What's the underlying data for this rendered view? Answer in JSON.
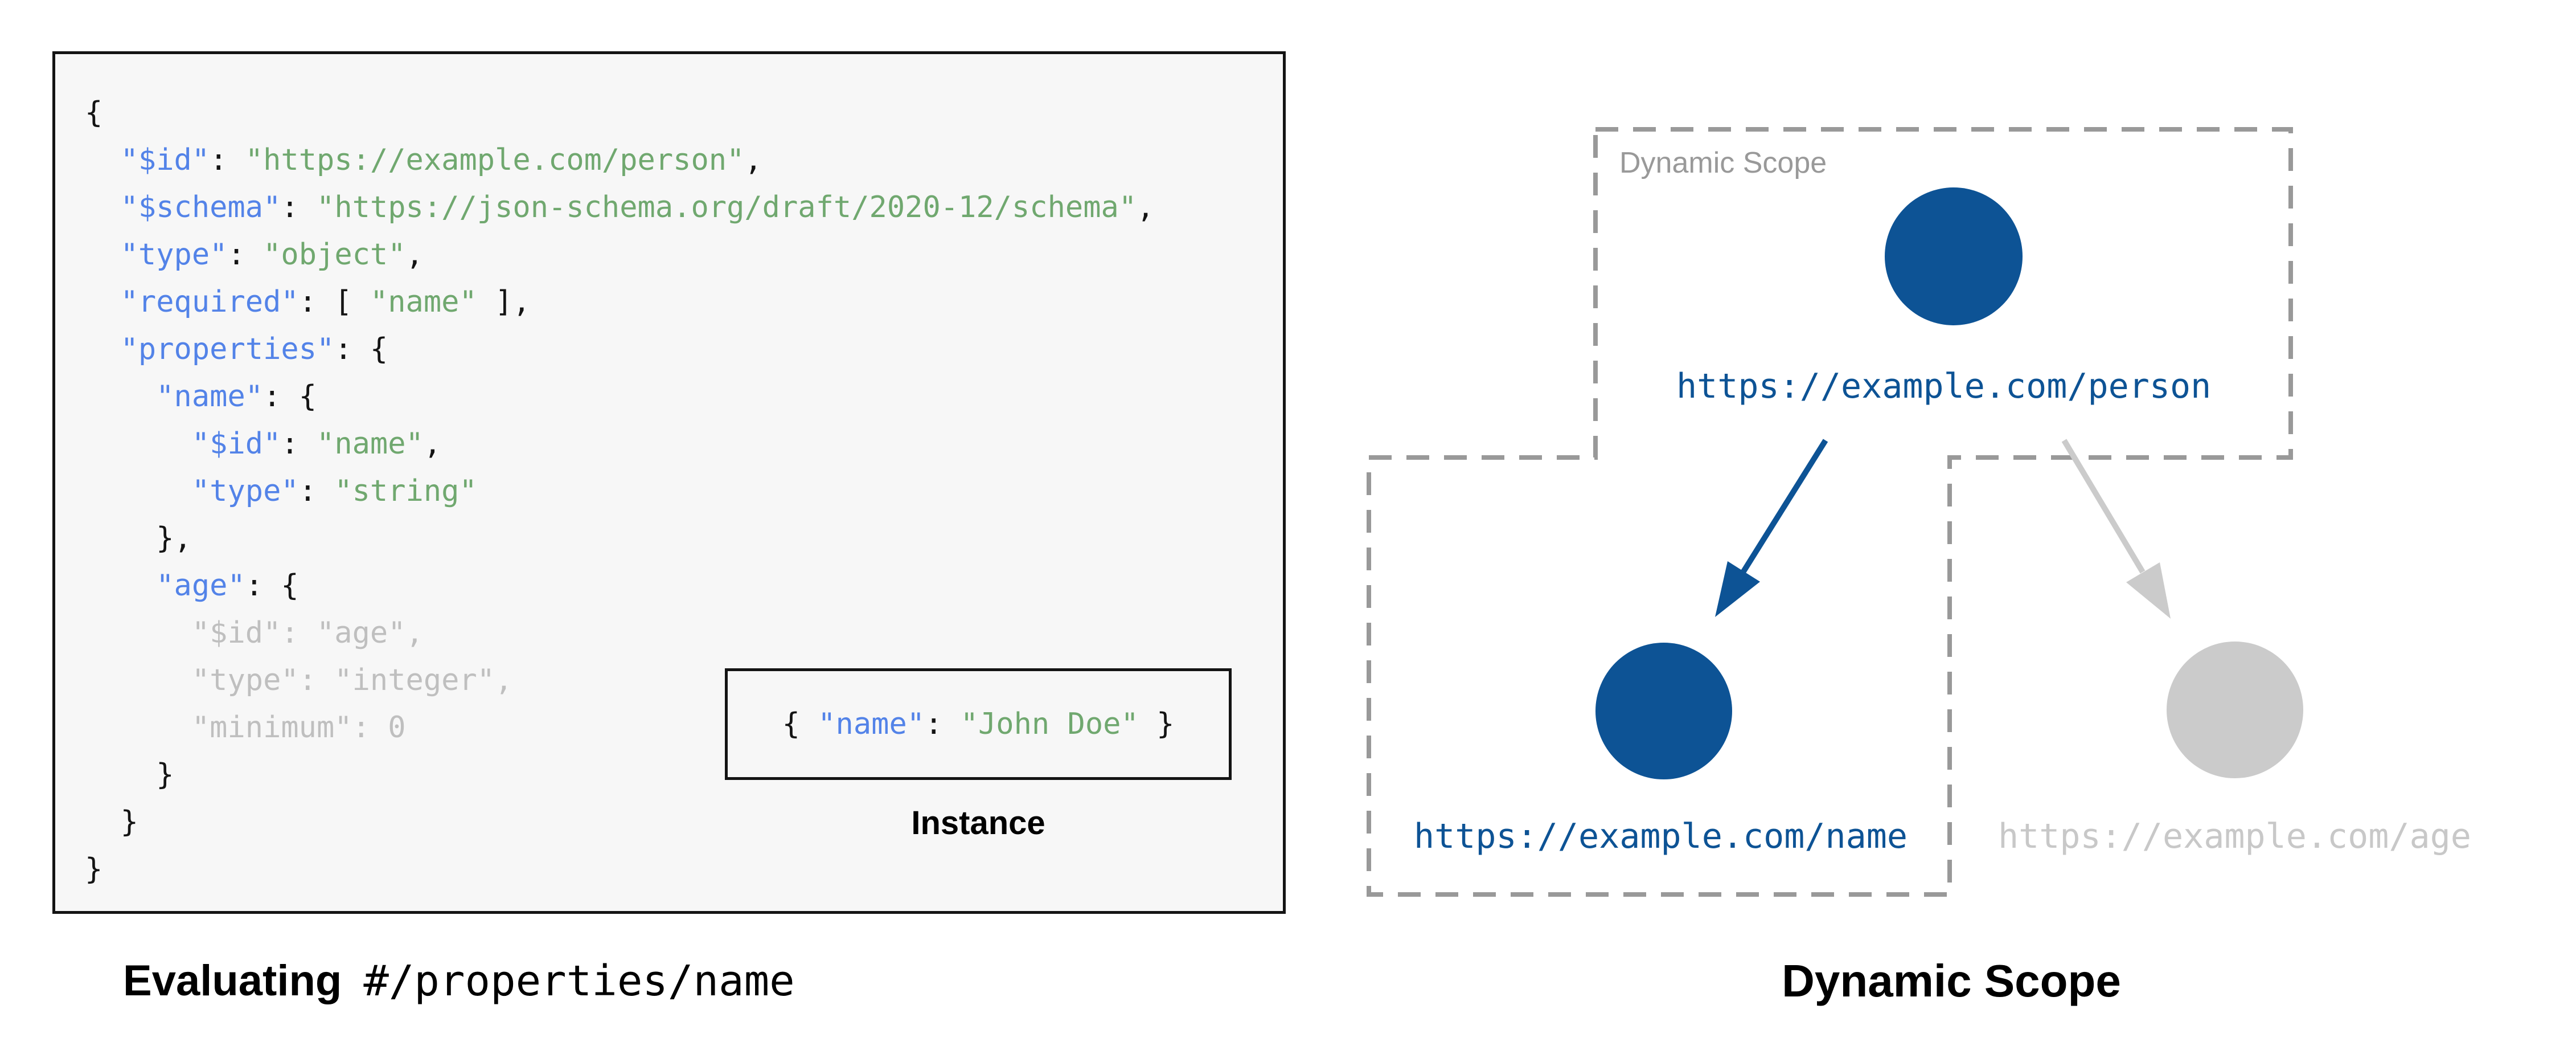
{
  "left_panel": {
    "code": {
      "lines": [
        {
          "tokens": [
            {
              "c": "p",
              "t": "{"
            }
          ]
        },
        {
          "tokens": [
            {
              "c": "p",
              "t": "  "
            },
            {
              "c": "k",
              "t": "\"$id\""
            },
            {
              "c": "p",
              "t": ": "
            },
            {
              "c": "s",
              "t": "\"https://example.com/person\""
            },
            {
              "c": "p",
              "t": ","
            }
          ]
        },
        {
          "tokens": [
            {
              "c": "p",
              "t": "  "
            },
            {
              "c": "k",
              "t": "\"$schema\""
            },
            {
              "c": "p",
              "t": ": "
            },
            {
              "c": "s",
              "t": "\"https://json-schema.org/draft/2020-12/schema\""
            },
            {
              "c": "p",
              "t": ","
            }
          ]
        },
        {
          "tokens": [
            {
              "c": "p",
              "t": "  "
            },
            {
              "c": "k",
              "t": "\"type\""
            },
            {
              "c": "p",
              "t": ": "
            },
            {
              "c": "s",
              "t": "\"object\""
            },
            {
              "c": "p",
              "t": ","
            }
          ]
        },
        {
          "tokens": [
            {
              "c": "p",
              "t": "  "
            },
            {
              "c": "k",
              "t": "\"required\""
            },
            {
              "c": "p",
              "t": ": [ "
            },
            {
              "c": "s",
              "t": "\"name\""
            },
            {
              "c": "p",
              "t": " ],"
            }
          ]
        },
        {
          "tokens": [
            {
              "c": "p",
              "t": "  "
            },
            {
              "c": "k",
              "t": "\"properties\""
            },
            {
              "c": "p",
              "t": ": {"
            }
          ]
        },
        {
          "tokens": [
            {
              "c": "p",
              "t": "    "
            },
            {
              "c": "k",
              "t": "\"name\""
            },
            {
              "c": "p",
              "t": ": {"
            }
          ]
        },
        {
          "tokens": [
            {
              "c": "p",
              "t": "      "
            },
            {
              "c": "k",
              "t": "\"$id\""
            },
            {
              "c": "p",
              "t": ": "
            },
            {
              "c": "s",
              "t": "\"name\""
            },
            {
              "c": "p",
              "t": ","
            }
          ]
        },
        {
          "tokens": [
            {
              "c": "p",
              "t": "      "
            },
            {
              "c": "k",
              "t": "\"type\""
            },
            {
              "c": "p",
              "t": ": "
            },
            {
              "c": "s",
              "t": "\"string\""
            }
          ]
        },
        {
          "tokens": [
            {
              "c": "p",
              "t": "    },"
            }
          ]
        },
        {
          "tokens": [
            {
              "c": "p",
              "t": "    "
            },
            {
              "c": "k",
              "t": "\"age\""
            },
            {
              "c": "p",
              "t": ": {"
            }
          ]
        },
        {
          "tokens": [
            {
              "c": "g",
              "t": "      \"$id\": \"age\","
            }
          ]
        },
        {
          "tokens": [
            {
              "c": "g",
              "t": "      \"type\": \"integer\","
            }
          ]
        },
        {
          "tokens": [
            {
              "c": "g",
              "t": "      \"minimum\": 0"
            }
          ]
        },
        {
          "tokens": [
            {
              "c": "p",
              "t": "    }"
            }
          ]
        },
        {
          "tokens": [
            {
              "c": "p",
              "t": "  }"
            }
          ]
        },
        {
          "tokens": [
            {
              "c": "p",
              "t": "}"
            }
          ]
        }
      ]
    },
    "instance": {
      "tokens": {
        "open": "{ ",
        "key": "\"name\"",
        "colon": ": ",
        "value": "\"John Doe\"",
        "close": " }"
      },
      "label": "Instance"
    },
    "caption": {
      "bold": "Evaluating",
      "pointer": "#/properties/name"
    }
  },
  "right_panel": {
    "scope_region_label": "Dynamic Scope",
    "caption": "Dynamic Scope",
    "nodes": [
      {
        "id": "person",
        "url": "https://example.com/person",
        "state": "active"
      },
      {
        "id": "name",
        "url": "https://example.com/name",
        "state": "active"
      },
      {
        "id": "age",
        "url": "https://example.com/age",
        "state": "inactive"
      }
    ],
    "arrows": [
      {
        "from": "person",
        "to": "name",
        "state": "active"
      },
      {
        "from": "person",
        "to": "age",
        "state": "inactive"
      }
    ]
  },
  "colors": {
    "node_blue": "#0D5395",
    "key_blue": "#5383E8",
    "string_green": "#70A86F",
    "muted_gray": "#BFBFBF",
    "inactive_node_fill": "#CBCBCB",
    "inactive_text": "#C8C8C8",
    "inactive_arrow": "#CBCBCB",
    "scope_dash_gray": "#999999",
    "code_background": "#F7F7F7",
    "ink": "#141414"
  }
}
